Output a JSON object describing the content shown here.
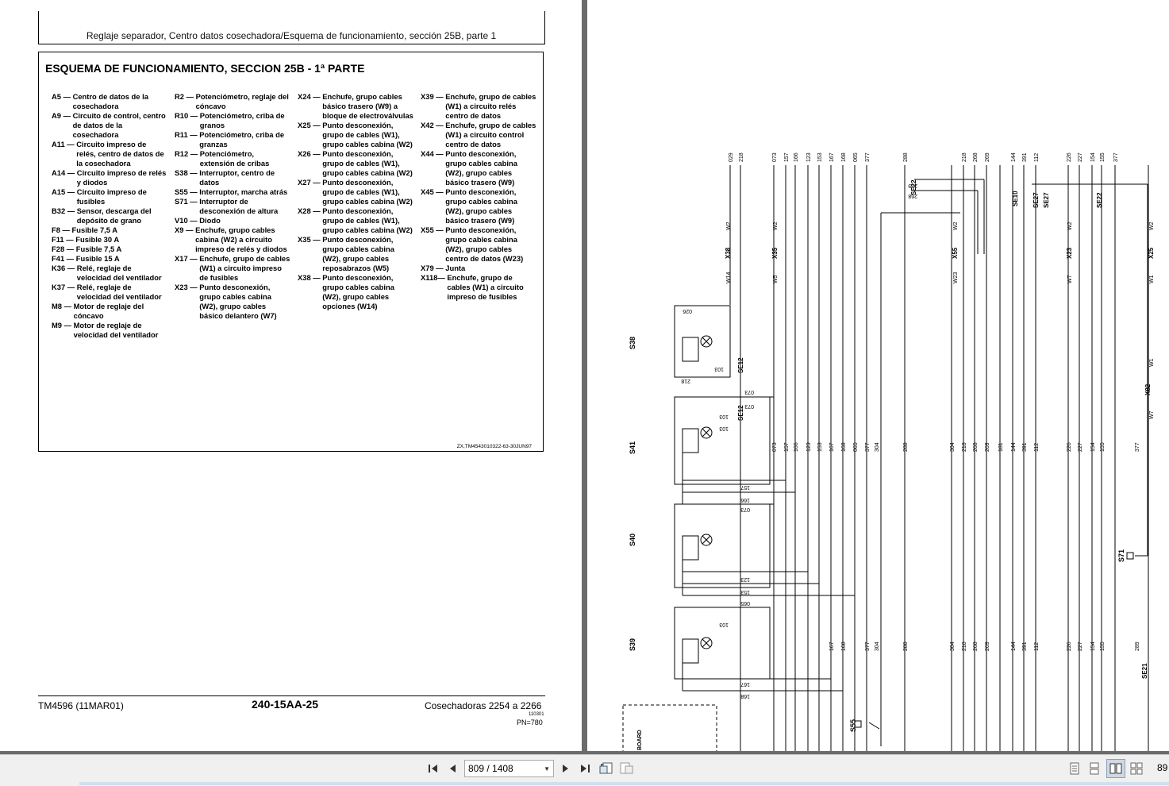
{
  "left_page": {
    "header": "Reglaje separador, Centro datos cosechadora/Esquema de funcionamiento, sección 25B, parte 1",
    "box_title": "ESQUEMA DE FUNCIONAMIENTO, SECCION 25B - 1ª PARTE",
    "legend_columns": [
      [
        {
          "code": "A5 —",
          "desc": "Centro de datos de la cosechadora"
        },
        {
          "code": "A9 —",
          "desc": "Circuito de control, centro de datos de la cosechadora"
        },
        {
          "code": "A11 —",
          "desc": "Circuito impreso de relés, centro de datos de la cosechadora"
        },
        {
          "code": "A14 —",
          "desc": "Circuito impreso de relés y diodos"
        },
        {
          "code": "A15 —",
          "desc": "Circuito impreso de fusibles"
        },
        {
          "code": "B32 —",
          "desc": "Sensor, descarga del depósito de grano"
        },
        {
          "code": "F8 —",
          "desc": "Fusible 7,5 A"
        },
        {
          "code": "F11 —",
          "desc": "Fusible 30 A"
        },
        {
          "code": "F28 —",
          "desc": "Fusible 7,5 A"
        },
        {
          "code": "F41 —",
          "desc": "Fusible 15 A"
        },
        {
          "code": "K36 —",
          "desc": "Relé, reglaje de velocidad del ventilador"
        },
        {
          "code": "K37 —",
          "desc": "Relé, reglaje de velocidad del ventilador"
        },
        {
          "code": "M8 —",
          "desc": "Motor de reglaje del cóncavo"
        },
        {
          "code": "M9 —",
          "desc": "Motor de reglaje de velocidad del ventilador"
        }
      ],
      [
        {
          "code": "R2 —",
          "desc": "Potenciómetro, reglaje del cóncavo"
        },
        {
          "code": "R10 —",
          "desc": "Potenciómetro, criba de granos"
        },
        {
          "code": "R11 —",
          "desc": "Potenciómetro, criba de granzas"
        },
        {
          "code": "R12 —",
          "desc": "Potenciómetro, extensión de cribas"
        },
        {
          "code": "S38 —",
          "desc": "Interruptor, centro de datos"
        },
        {
          "code": "S55 —",
          "desc": "Interruptor, marcha atrás"
        },
        {
          "code": "S71 —",
          "desc": "Interruptor de desconexión de altura"
        },
        {
          "code": "V10 —",
          "desc": "Diodo"
        },
        {
          "code": "X9 —",
          "desc": "Enchufe, grupo cables cabina (W2) a circuito impreso de relés y diodos"
        },
        {
          "code": "X17 —",
          "desc": "Enchufe, grupo de cables (W1) a circuito impreso de fusibles"
        },
        {
          "code": "X23 —",
          "desc": "Punto desconexión, grupo cables cabina (W2), grupo cables básico delantero (W7)"
        }
      ],
      [
        {
          "code": "X24 —",
          "desc": "Enchufe, grupo cables básico trasero (W9) a bloque de electroválvulas"
        },
        {
          "code": "X25 —",
          "desc": "Punto desconexión, grupo de cables (W1), grupo cables cabina (W2)"
        },
        {
          "code": "X26 —",
          "desc": "Punto desconexión, grupo de cables (W1), grupo cables cabina (W2)"
        },
        {
          "code": "X27 —",
          "desc": "Punto desconexión, grupo de cables (W1), grupo cables cabina (W2)"
        },
        {
          "code": "X28 —",
          "desc": "Punto desconexión, grupo de cables (W1), grupo cables cabina (W2)"
        },
        {
          "code": "X35 —",
          "desc": "Punto desconexión, grupo cables cabina (W2), grupo cables reposabrazos (W5)"
        },
        {
          "code": "X38 —",
          "desc": "Punto desconexión, grupo cables cabina (W2), grupo cables opciones (W14)"
        }
      ],
      [
        {
          "code": "X39 —",
          "desc": "Enchufe, grupo de cables (W1) a circuito relés centro de datos"
        },
        {
          "code": "X42 —",
          "desc": "Enchufe, grupo de cables (W1) a circuito control centro de datos"
        },
        {
          "code": "X44 —",
          "desc": "Punto desconexión, grupo cables cabina (W2), grupo cables básico trasero (W9)"
        },
        {
          "code": "X45 —",
          "desc": "Punto desconexión, grupo cables cabina (W2), grupo cables básico trasero (W9)"
        },
        {
          "code": "X55 —",
          "desc": "Punto desconexión, grupo cables cabina (W2), grupo cables centro de datos (W23)"
        },
        {
          "code": "X79 —",
          "desc": "Junta"
        },
        {
          "code": "X118—",
          "desc": "Enchufe, grupo de cables (W1) a circuito impreso de fusibles"
        }
      ]
    ],
    "box_ref": "ZX,TM4543010322-63-30JUN97",
    "footer_left": "TM4596 (11MAR01)",
    "footer_center": "240-15AA-25",
    "footer_right": "Cosechadoras 2254 a 2266",
    "footer_small1": "110301",
    "footer_small2": "PN=780"
  },
  "right_page": {
    "top_wires": [
      "029",
      "218",
      "073",
      "157",
      "166",
      "123",
      "153",
      "167",
      "168",
      "065",
      "377",
      "288",
      "218",
      "268",
      "269",
      "144",
      "391",
      "112",
      "226",
      "227",
      "154",
      "155",
      "377"
    ],
    "lower_wires": [
      "073",
      "157",
      "166",
      "123",
      "153",
      "167",
      "168",
      "065",
      "377",
      "304",
      "288",
      "304",
      "218",
      "268",
      "269",
      "181",
      "144",
      "391",
      "112",
      "226",
      "227",
      "154",
      "155",
      "377"
    ],
    "bottom_wires": [
      "167",
      "168",
      "377",
      "304",
      "288",
      "304",
      "218",
      "268",
      "269",
      "144",
      "391",
      "112",
      "226",
      "227",
      "154",
      "155",
      "289"
    ],
    "connectors": [
      "X38",
      "X35",
      "X55",
      "X23",
      "X25",
      "X82"
    ],
    "harness_labels": [
      "W14",
      "W2",
      "W5",
      "W2",
      "W23",
      "W2",
      "W7",
      "W2",
      "W1",
      "W2",
      "W1",
      "W7"
    ],
    "components": [
      "S38",
      "S41",
      "S40",
      "S39",
      "S55",
      "S71"
    ],
    "splices": [
      "SE22",
      "SE10",
      "SE27",
      "SE27",
      "SE22",
      "SE12",
      "SE12",
      "SE21"
    ],
    "loop_labels": [
      "026",
      "103",
      "218",
      "073",
      "073",
      "103",
      "103",
      "157",
      "166",
      "073",
      "123",
      "153",
      "065",
      "103",
      "167",
      "168",
      "269",
      "268"
    ],
    "board_label": "BOARD"
  },
  "toolbar": {
    "page_indicator": "809 / 1408",
    "zoom": "89"
  }
}
